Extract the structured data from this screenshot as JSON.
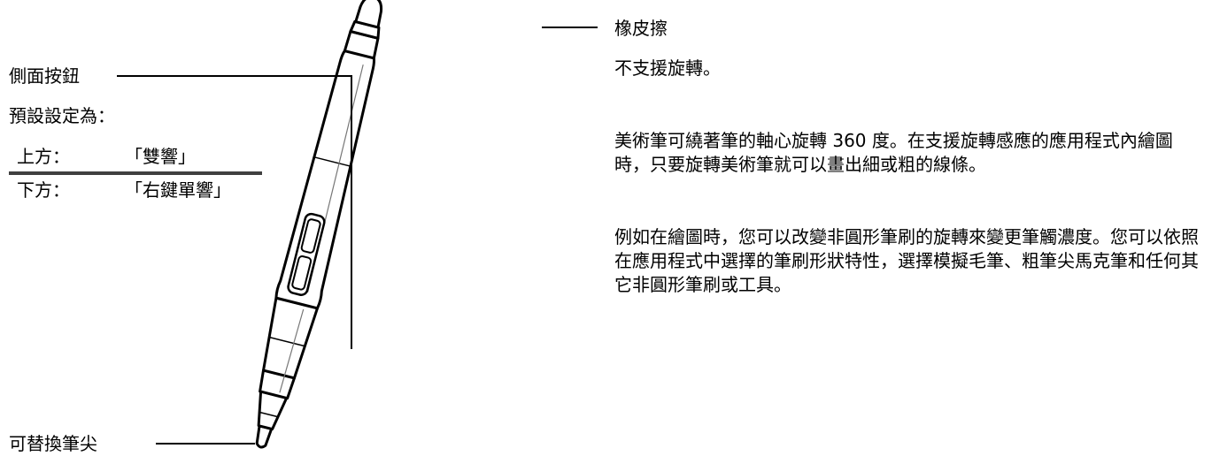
{
  "side_button": {
    "title": "側面按鈕",
    "default_heading": "預設設定為：",
    "upper_label": "上方：",
    "upper_value": "「雙響」",
    "lower_label": "下方：",
    "lower_value": "「右鍵單響」"
  },
  "nib": {
    "title": "可替換筆尖"
  },
  "eraser": {
    "title": "橡皮擦",
    "note": "不支援旋轉。"
  },
  "description": {
    "para1": "美術筆可繞著筆的軸心旋轉 360 度。在支援旋轉感應的應用程式內繪圖時，只要旋轉美術筆就可以畫出細或粗的線條。",
    "para2": "例如在繪圖時，您可以改變非圓形筆刷的旋轉來變更筆觸濃度。您可以依照在應用程式中選擇的筆刷形狀特性，選擇模擬毛筆、粗筆尖馬克筆和任何其它非圓形筆刷或工具。"
  }
}
